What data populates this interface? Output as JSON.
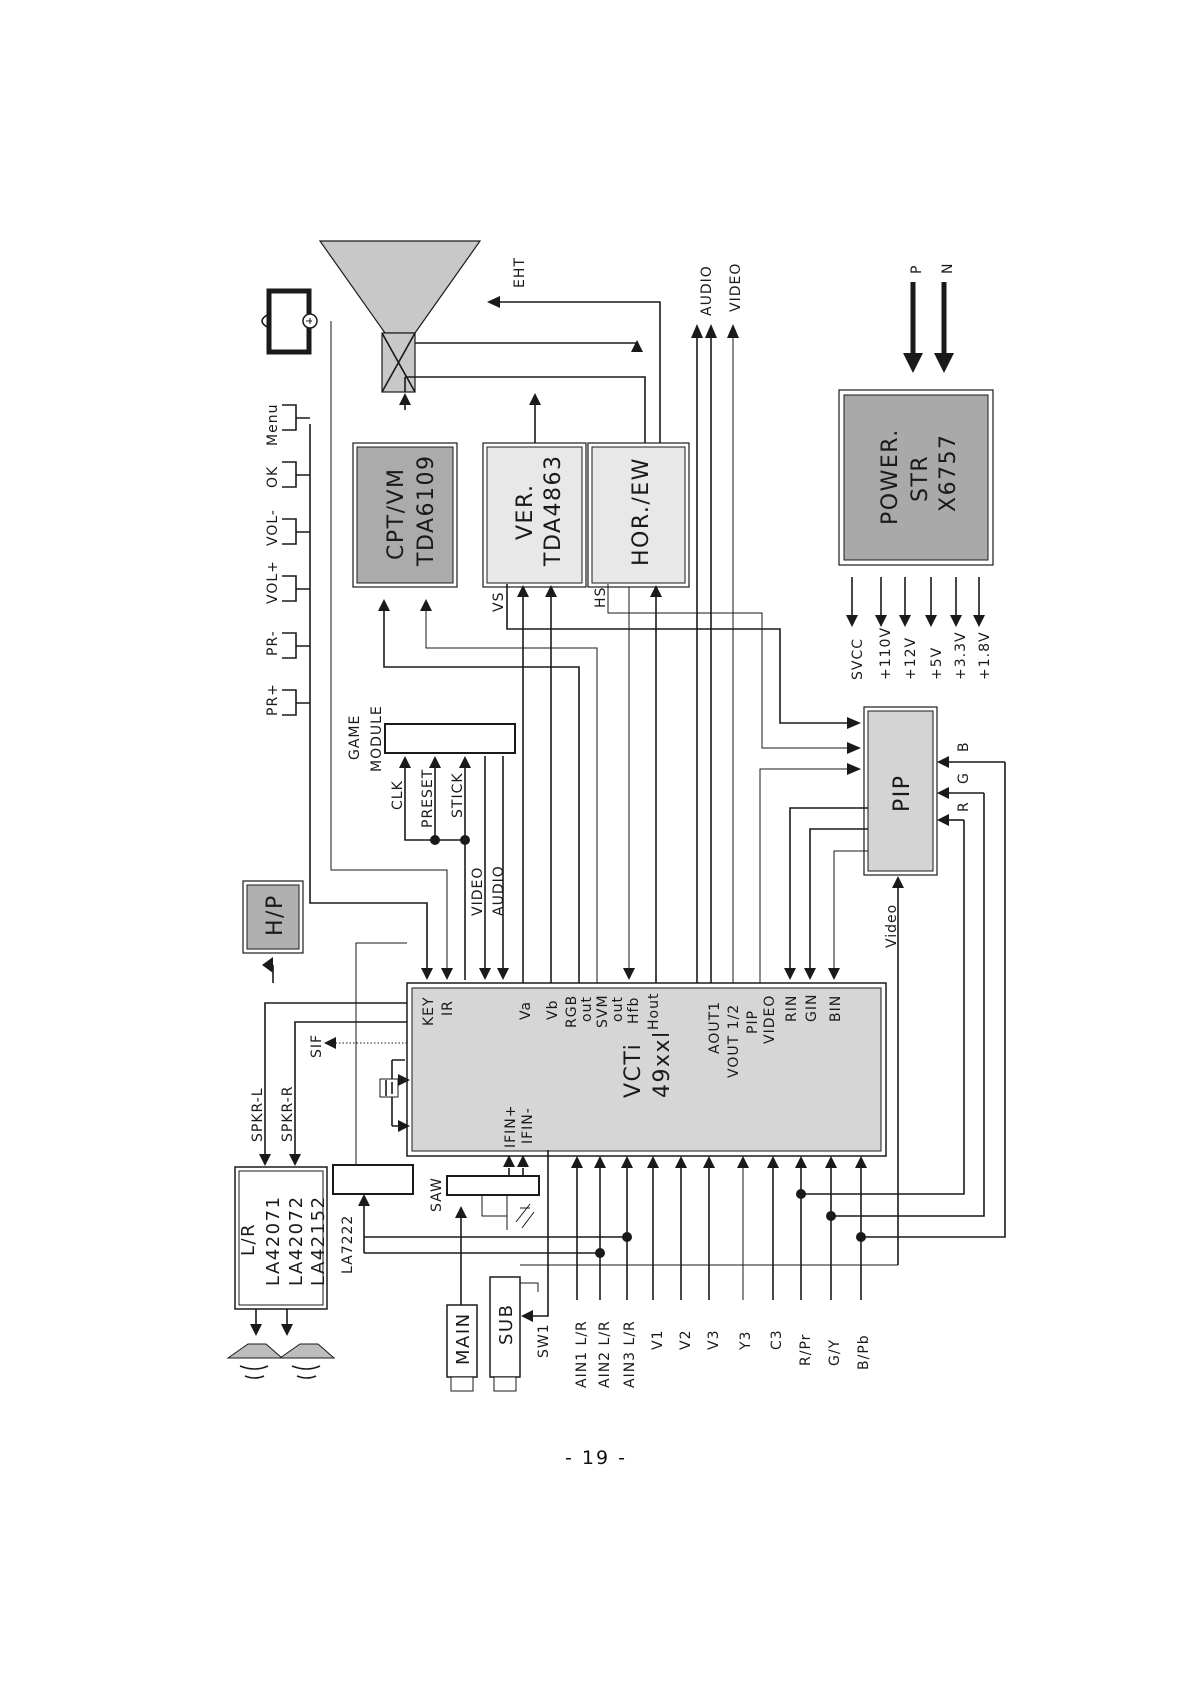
{
  "page": {
    "number_text": "- 19 -"
  },
  "blocks": {
    "hp": "H/P",
    "cpt": [
      "CPT/VM",
      "TDA6109"
    ],
    "ver": [
      "VER.",
      "TDA4863"
    ],
    "hor": "HOR./EW",
    "power": [
      "POWER.",
      "STR",
      "X6757"
    ],
    "pip": "PIP",
    "main_chip": [
      "VCTi",
      "49xxl"
    ],
    "audio_amp": [
      "L/R",
      "LA42071",
      "LA42072",
      "LA42152"
    ],
    "la7222": "LA7222",
    "saw": "SAW",
    "game_module": [
      "GAME",
      "MODULE"
    ],
    "main_tuner": "MAIN",
    "sub_tuner": "SUB"
  },
  "keys": [
    "PR+",
    "PR-",
    "VOL+",
    "VOL-",
    "OK",
    "Menu"
  ],
  "crt": {
    "eht": "EHT"
  },
  "outputs": [
    "AUDIO",
    "VIDEO"
  ],
  "mains": [
    "P",
    "N"
  ],
  "supply_rails": [
    "SVCC",
    "+110V",
    "+12V",
    "+5V",
    "+3.3V",
    "+1.8V"
  ],
  "game_signals": [
    "CLK",
    "PRESET",
    "STICK",
    "VIDEO",
    "AUDIO"
  ],
  "speaker_lines": [
    "SPKR-L",
    "SPKR-R"
  ],
  "misc": {
    "sif": "SIF",
    "vs": "VS",
    "hs": "HS",
    "video_to_pip": "Video",
    "sw1": "SW1"
  },
  "pip_rgb": [
    "B",
    "G",
    "R"
  ],
  "chip_top_pins": [
    "KEY",
    "IR",
    "Va",
    "Vb",
    "RGB",
    "out",
    "SVM",
    "out",
    "Hfb",
    "Hout",
    "AOUT1",
    "VOUT 1/2",
    "PIP",
    "VIDEO",
    "RIN",
    "GIN",
    "BIN"
  ],
  "chip_bottom_pins": [
    "IFIN+",
    "IFIN-"
  ],
  "inputs": [
    "AIN1 L/R",
    "AIN2 L/R",
    "AIN3 L/R",
    "V1",
    "V2",
    "V3",
    "Y3",
    "C3",
    "R/Pr",
    "G/Y",
    "B/Pb"
  ]
}
